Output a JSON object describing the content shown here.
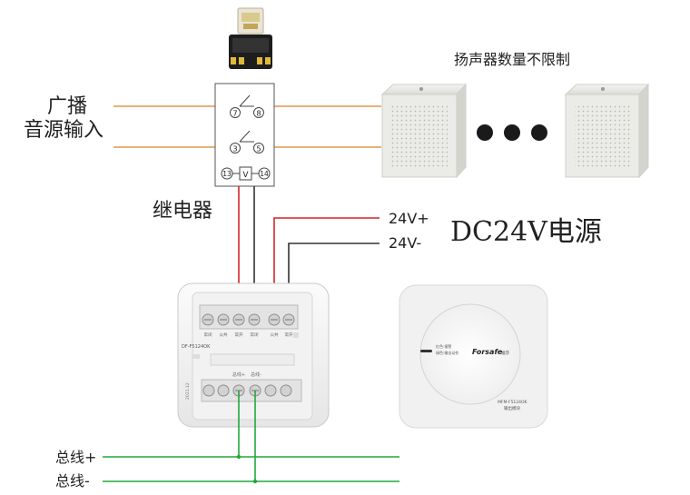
{
  "labels": {
    "broadcast_input_line1": "广播",
    "broadcast_input_line2": "音源输入",
    "relay": "继电器",
    "speaker_note": "扬声器数量不限制",
    "v24_plus": "24V+",
    "v24_minus": "24V-",
    "dc_power": "DC24V电源",
    "bus_plus": "总线+",
    "bus_minus": "总线-"
  },
  "relay_box": {
    "contact_a": "7",
    "contact_b": "8",
    "contact_c": "3",
    "contact_d": "5",
    "coil_in": "13",
    "coil_mark": "V",
    "coil_out": "14"
  },
  "module_base": {
    "model": "DF-F5124OK",
    "side_mark": "2021.12",
    "top_terminals": [
      "常闭",
      "公共",
      "常开",
      "常闭",
      "公共",
      "常开"
    ],
    "bottom_terminals": [
      "总线+",
      "总线-"
    ]
  },
  "module_front": {
    "brand": "Forsafe",
    "brand_suffix": "福莎",
    "indicator_line1": "红色:报警",
    "indicator_line2": "绿色:输出动作",
    "model": "MFM-F5124OK",
    "type": "输出模块"
  },
  "colors": {
    "audio_wire": "#e0974b",
    "relay_wire_red": "#d42424",
    "relay_wire_black": "#333333",
    "bus_wire": "#21a83c",
    "dot": "#1a1a1a"
  }
}
